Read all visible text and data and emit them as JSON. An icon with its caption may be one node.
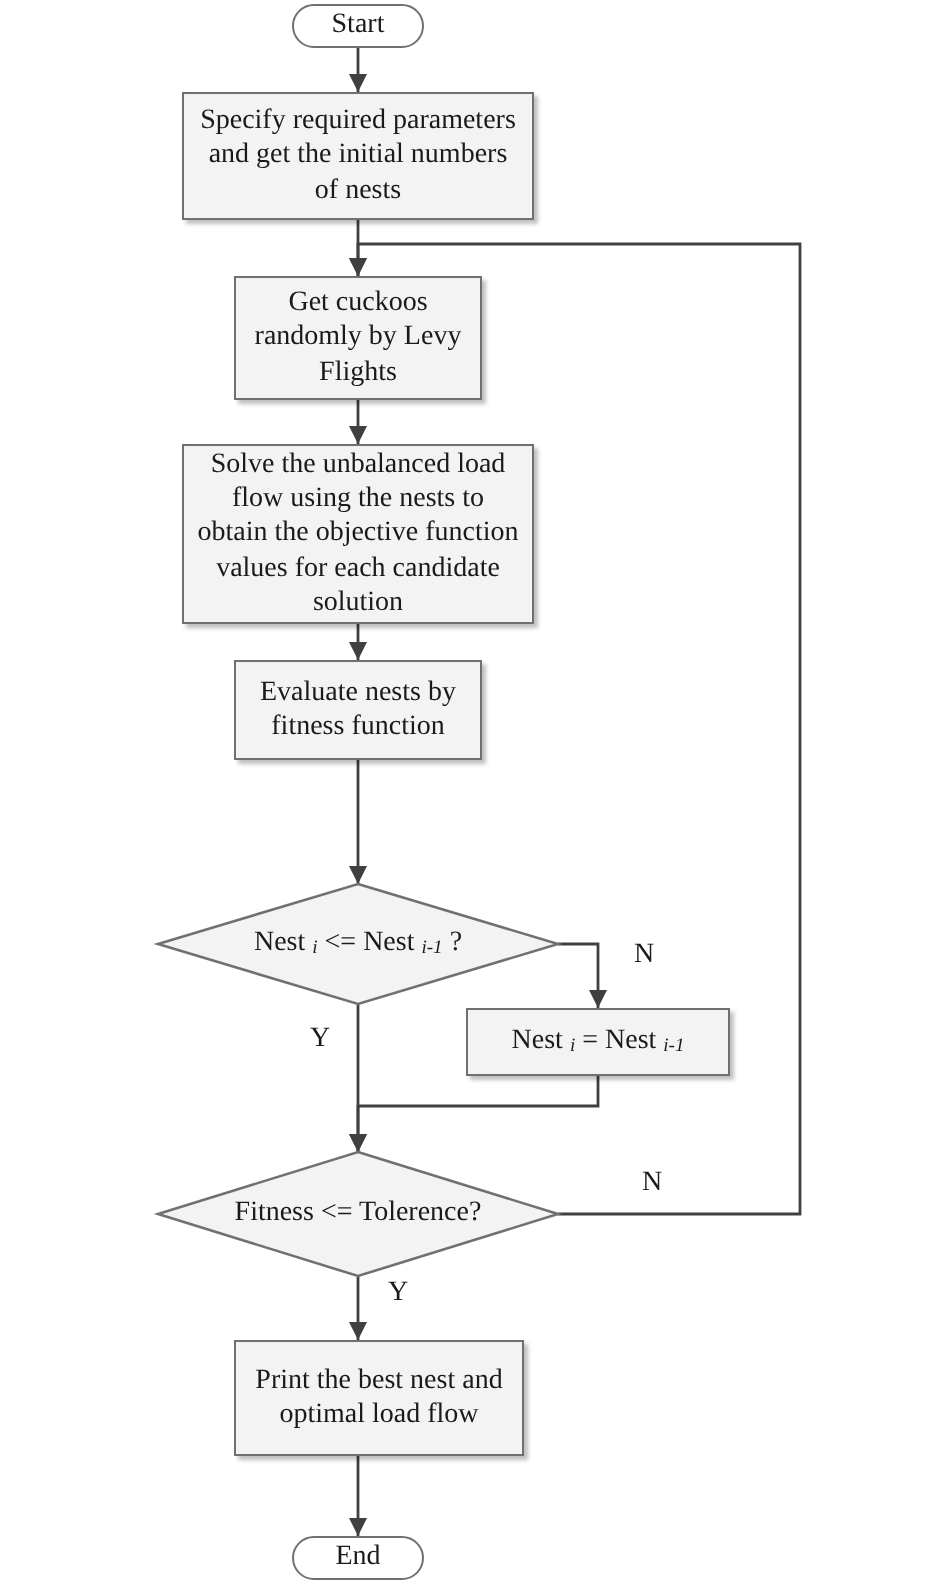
{
  "diagram": {
    "nodes": [
      {
        "text": [
          "Start"
        ]
      },
      {
        "text": [
          "Specify required parameters and get the initial numbers of nests"
        ]
      },
      {
        "text": [
          "Get cuckoos randomly by Levy Flights"
        ]
      },
      {
        "text": [
          "Solve the unbalanced load flow using the nests to obtain the objective function values for each candidate solution"
        ]
      },
      {
        "text": [
          "Evaluate nests by fitness function"
        ]
      },
      {
        "text": [
          "Nest $_{i}$ <= Nest $_{i-1}$ ?"
        ]
      },
      {
        "text": [
          "Nest $_{i}$ = Nest $_{i-1}$"
        ]
      },
      {
        "text": [
          "Fitness <= Tolerence?"
        ]
      },
      {
        "text": [
          "Print the best nest and optimal load flow"
        ]
      },
      {
        "text": [
          "End"
        ]
      }
    ],
    "edges": [
      {
        "from": 0,
        "to": 1,
        "arrow": "to"
      },
      {
        "from": 1,
        "to": 2,
        "arrow": "to"
      },
      {
        "from": 2,
        "to": 3,
        "arrow": "to"
      },
      {
        "from": 3,
        "to": 4,
        "arrow": "to"
      },
      {
        "from": 4,
        "to": 5,
        "arrow": "to"
      },
      {
        "from": 5,
        "to": 6,
        "arrow": "to",
        "label": "N"
      },
      {
        "from": 5,
        "to": 7,
        "arrow": "to",
        "label": "Y"
      },
      {
        "from": 6,
        "to": 7,
        "arrow": "to"
      },
      {
        "from": 7,
        "to": 2,
        "arrow": "to",
        "label": "N"
      },
      {
        "from": 7,
        "to": 8,
        "arrow": "to",
        "label": "Y"
      },
      {
        "from": 8,
        "to": 9,
        "arrow": "to"
      }
    ]
  }
}
